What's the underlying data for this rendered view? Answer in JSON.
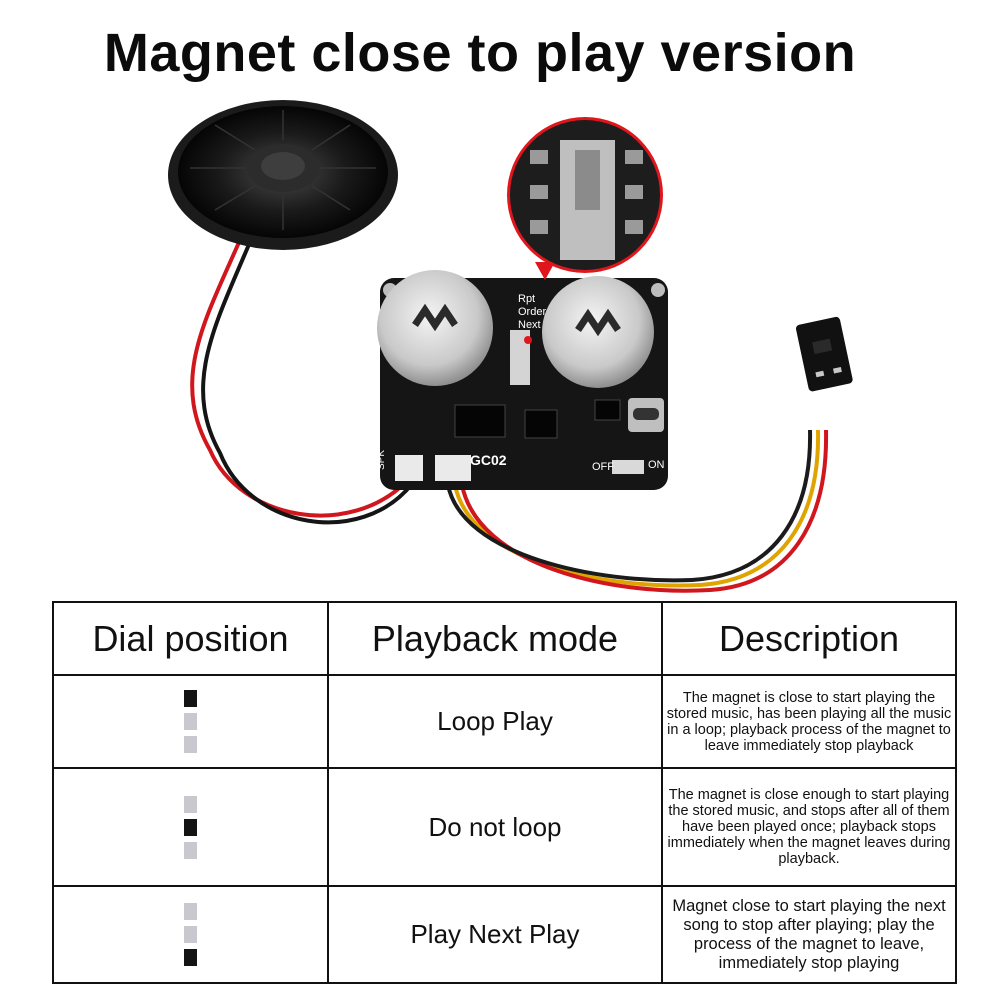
{
  "title": "Magnet close to play version",
  "board": {
    "name": "GC02",
    "switch_labels": [
      "Rpt",
      "Order",
      "Next"
    ],
    "connector_label": "SPK",
    "power_labels": [
      "OFF",
      "ON"
    ]
  },
  "table": {
    "headers": [
      "Dial position",
      "Playback mode",
      "Description"
    ],
    "rows": [
      {
        "dial_active_index": 0,
        "mode": "Loop Play",
        "description": "The magnet is close to start playing the stored music, has been playing all the music in a loop; playback process of the magnet to leave immediately stop playback"
      },
      {
        "dial_active_index": 1,
        "mode": "Do not loop",
        "description": "The magnet is close enough to start playing the stored music, and stops after all of them have been played once; playback stops immediately when the magnet leaves during playback."
      },
      {
        "dial_active_index": 2,
        "mode": "Play Next Play",
        "description": "Magnet close to start playing the next song to stop after playing; play the process of the magnet to leave, immediately stop playing"
      }
    ]
  },
  "colors": {
    "active_dial": "#141414",
    "inactive_dial": "#c8c8ce",
    "pcb": "#151515",
    "highlight_red": "#e0161d"
  }
}
